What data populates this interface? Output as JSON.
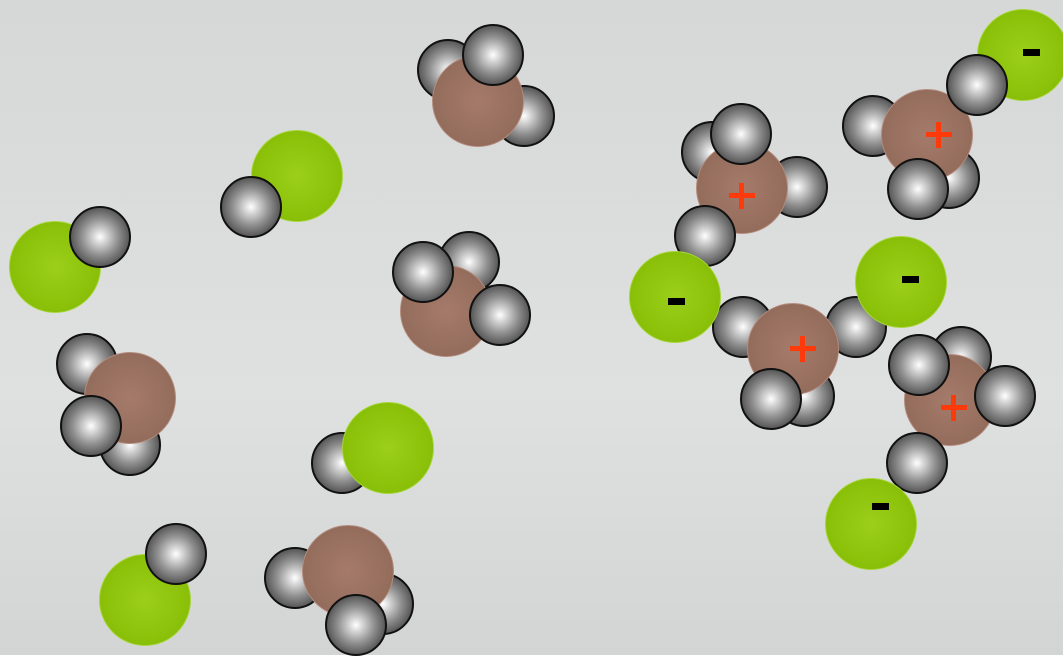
{
  "scene": {
    "description_color_scheme": {
      "background": "#dcdede",
      "hydrogen": "#8f8f8f",
      "nitrogen": "#98705f",
      "chlorine": "#8cc20a",
      "positive_charge": "#ff3a0a",
      "negative_charge": "#000000"
    },
    "molecule_counts": {
      "NH3": 4,
      "HCl": 4,
      "NH4+": 4,
      "Cl-": 4
    }
  }
}
